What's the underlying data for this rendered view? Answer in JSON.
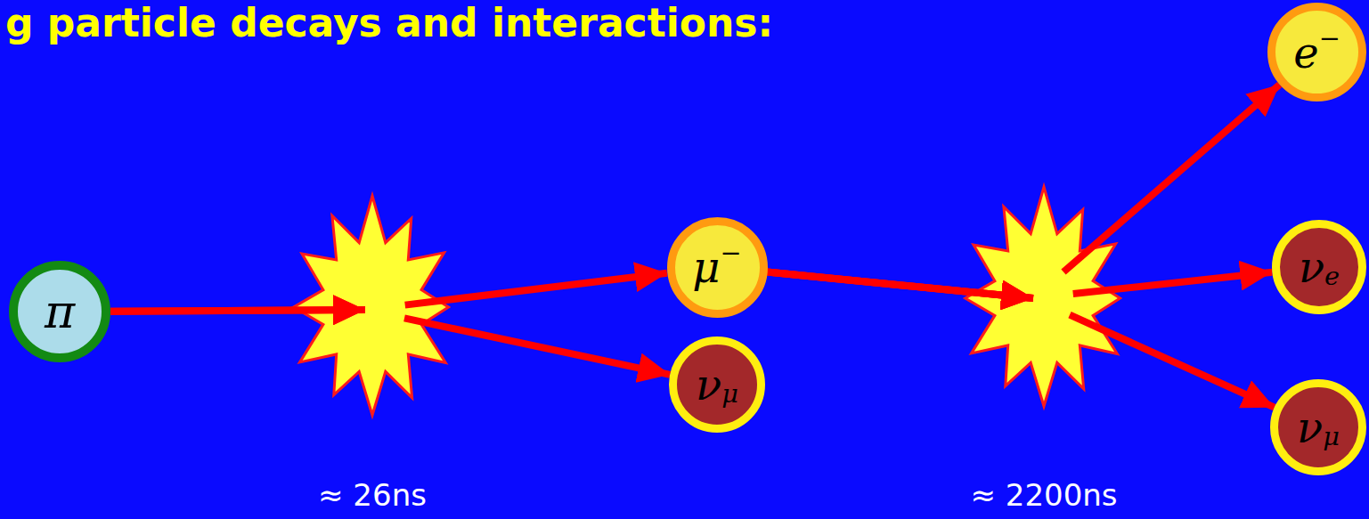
{
  "diagram": {
    "title": "g particle decays and interactions:",
    "nodes": [
      {
        "text": [
          "π"
        ]
      },
      {
        "text": [
          "μ",
          "−"
        ]
      },
      {
        "text": [
          "ν",
          "μ"
        ]
      },
      {
        "text": [
          "e",
          "−"
        ]
      },
      {
        "text": [
          "ν",
          "e"
        ]
      },
      {
        "text": [
          "ν",
          "μ"
        ]
      }
    ],
    "edges": [
      {
        "from": 0,
        "to": 1,
        "arrow": "to"
      },
      {
        "from": 0,
        "to": 2,
        "arrow": "to"
      },
      {
        "from": 1,
        "to": 3,
        "arrow": "to"
      },
      {
        "from": 1,
        "to": 4,
        "arrow": "to"
      },
      {
        "from": 1,
        "to": 5,
        "arrow": "to"
      }
    ],
    "labels": [
      "≈ 26ns",
      "≈ 2200ns"
    ]
  }
}
